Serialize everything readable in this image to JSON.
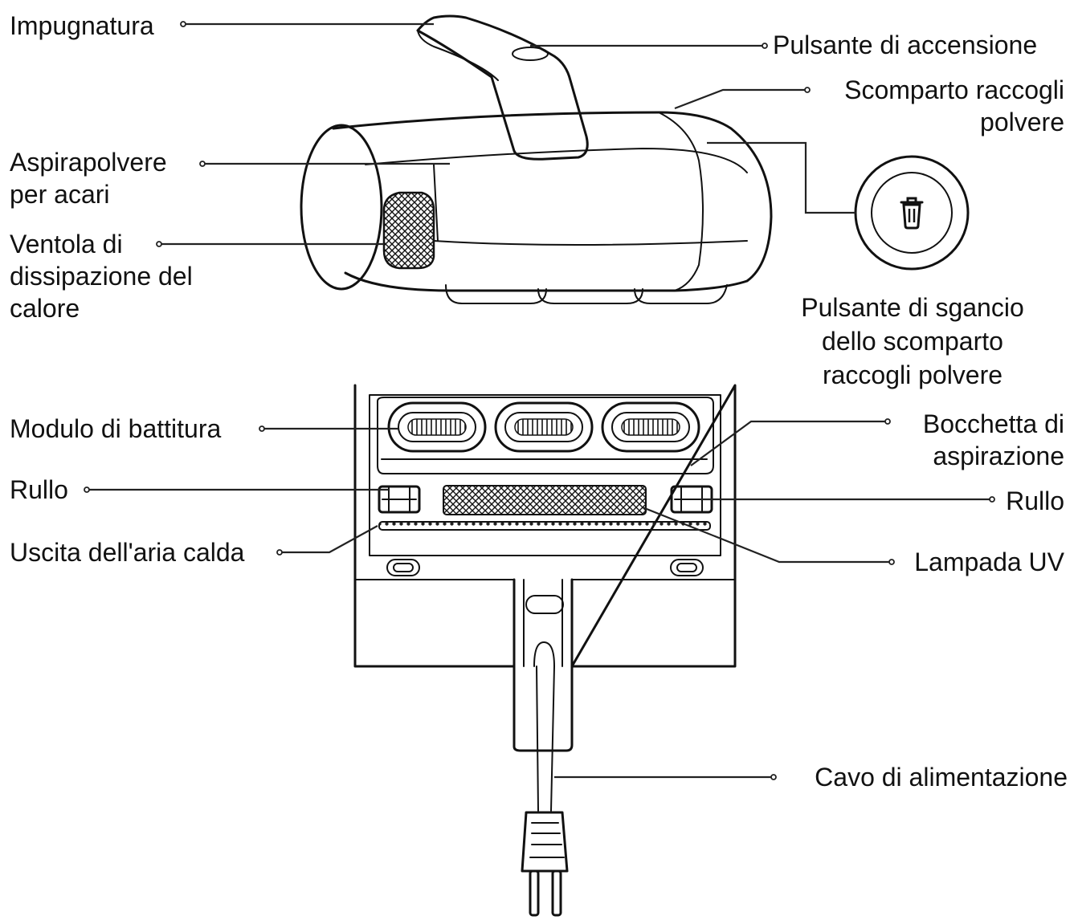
{
  "labels": {
    "impugnatura": "Impugnatura",
    "pulsante_accensione": "Pulsante di accensione",
    "scomparto": [
      "Scomparto raccogli",
      "polvere"
    ],
    "aspirapolvere": [
      "Aspirapolvere",
      "per acari"
    ],
    "ventola": [
      "Ventola di",
      "dissipazione del",
      "calore"
    ],
    "pulsante_sgancio": [
      "Pulsante di sgancio",
      "dello scomparto",
      "raccogli polvere"
    ],
    "modulo_battitura": "Modulo di battitura",
    "bocchetta": [
      "Bocchetta di",
      "aspirazione"
    ],
    "rullo_left": "Rullo",
    "rullo_right": "Rullo",
    "uscita_aria": "Uscita dell'aria calda",
    "lampada_uv": "Lampada UV",
    "cavo": "Cavo di alimentazione"
  },
  "icons": {
    "trash": "trash-icon"
  },
  "colors": {
    "line": "#111111",
    "background": "#ffffff"
  }
}
